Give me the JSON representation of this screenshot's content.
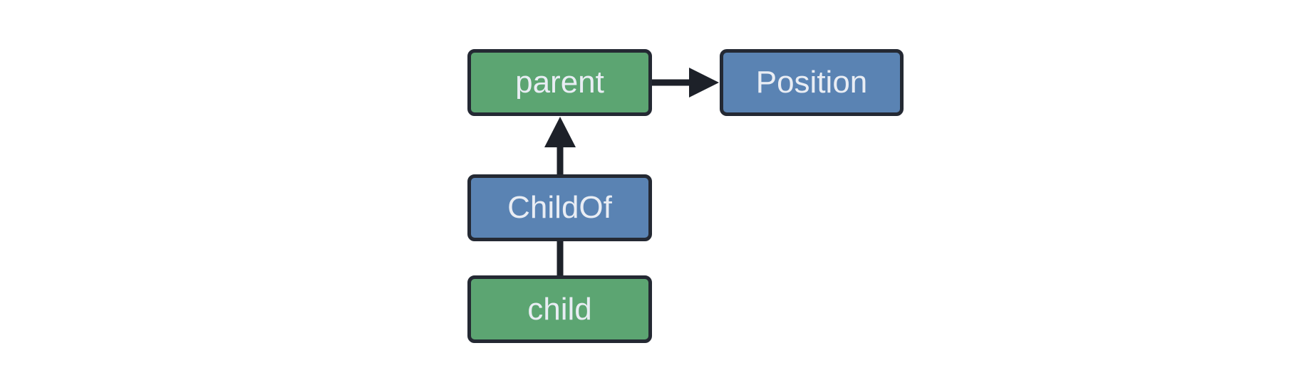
{
  "diagram": {
    "colors": {
      "background": "#ffffff",
      "entity_fill": "#5ca572",
      "component_fill": "#5a83b3",
      "node_border": "#242933",
      "node_text": "#e9edf4",
      "arrow": "#1d2129"
    },
    "nodes": [
      {
        "label": "parent",
        "type": "entity"
      },
      {
        "label": "Position",
        "type": "component"
      },
      {
        "label": "ChildOf",
        "type": "component"
      },
      {
        "label": "child",
        "type": "entity"
      }
    ],
    "edges": [
      {
        "from": "parent",
        "to": "Position",
        "kind": "arrow"
      },
      {
        "from": "ChildOf",
        "to": "parent",
        "kind": "arrow"
      },
      {
        "from": "child",
        "to": "ChildOf",
        "kind": "plain-line"
      }
    ]
  }
}
